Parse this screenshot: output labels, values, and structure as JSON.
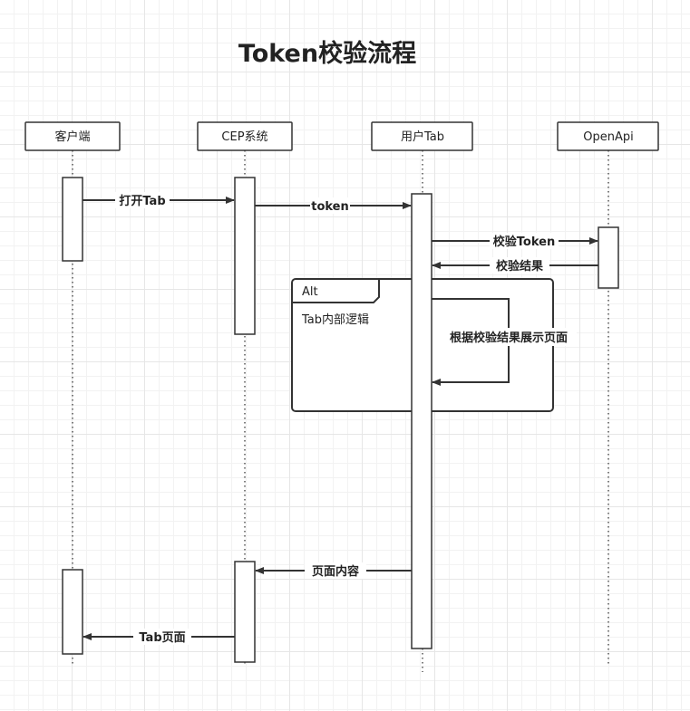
{
  "diagram": {
    "title": "Token校验流程",
    "participants": [
      {
        "id": "client",
        "label": "客户端"
      },
      {
        "id": "cep",
        "label": "CEP系统"
      },
      {
        "id": "usertab",
        "label": "用户Tab"
      },
      {
        "id": "openapi",
        "label": "OpenApi"
      }
    ],
    "messages": [
      {
        "id": "open-tab",
        "label": "打开Tab"
      },
      {
        "id": "token",
        "label": "token"
      },
      {
        "id": "verify-token",
        "label": "校验Token"
      },
      {
        "id": "verify-result",
        "label": "校验结果"
      },
      {
        "id": "show-page",
        "label": "根据校验结果展示页面"
      },
      {
        "id": "page-content",
        "label": "页面内容"
      },
      {
        "id": "tab-page",
        "label": "Tab页面"
      }
    ],
    "alt_fragment": {
      "operator": "Alt",
      "guard": "Tab内部逻辑"
    }
  }
}
